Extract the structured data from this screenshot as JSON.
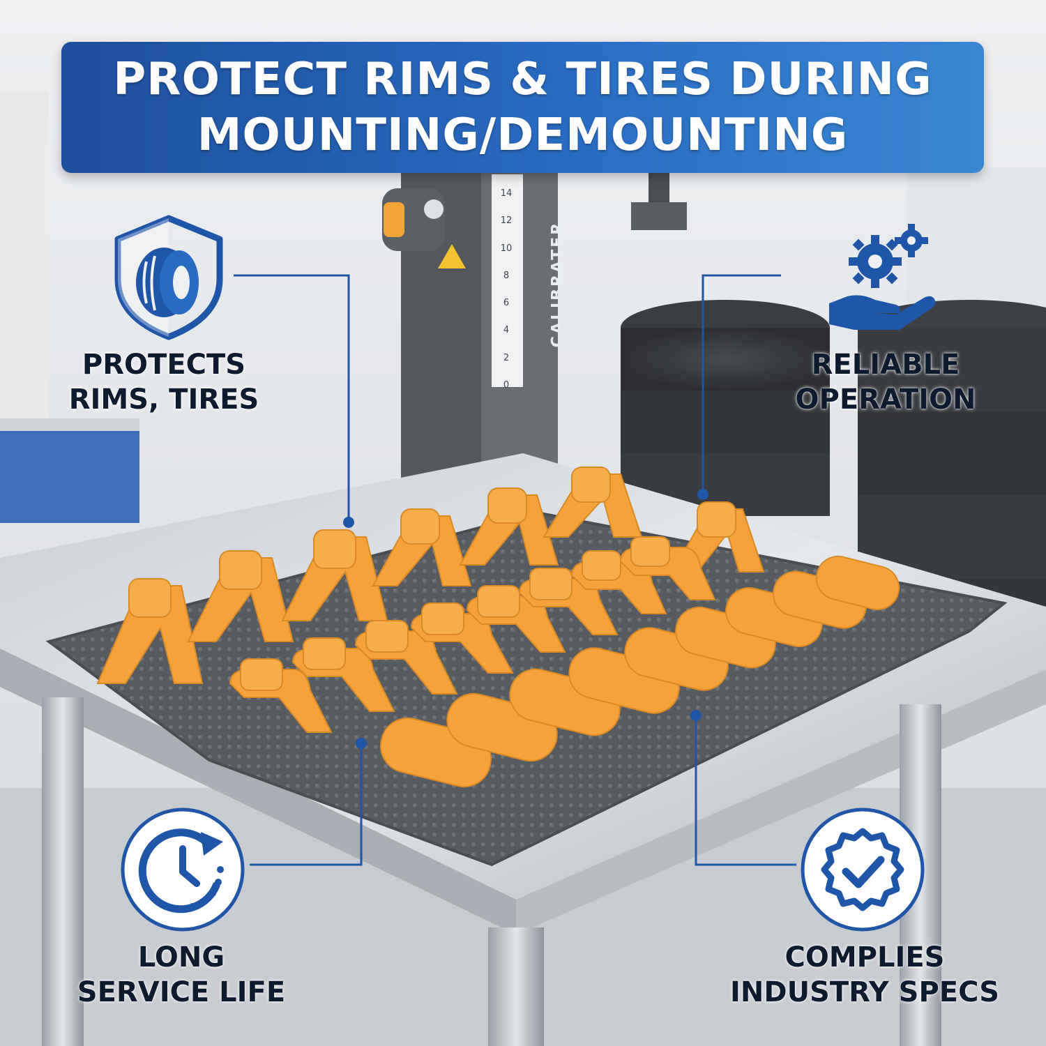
{
  "banner": {
    "line1": "PROTECT RIMS & TIRES DURING",
    "line2": "MOUNTING/DEMOUNTING"
  },
  "features": {
    "protects": {
      "line1": "PROTECTS",
      "line2": "RIMS, TIRES",
      "icon": "tire-shield-icon"
    },
    "reliable": {
      "line1": "RELIABLE",
      "line2": "OPERATION",
      "icon": "gears-hand-icon"
    },
    "long_life": {
      "line1": "LONG",
      "line2": "SERVICE LIFE",
      "icon": "clock-refresh-icon"
    },
    "complies": {
      "line1": "COMPLIES",
      "line2": "INDUSTRY SPECS",
      "icon": "badge-check-icon"
    }
  },
  "machine": {
    "label": "CALIBRATER",
    "scale": [
      "0",
      "2",
      "4",
      "6",
      "8",
      "10",
      "12",
      "14"
    ]
  },
  "colors": {
    "banner": "#2a6bc2",
    "accent_blue": "#1f56a8",
    "protector_orange": "#f5a23a",
    "mat_gray": "#55595e"
  }
}
